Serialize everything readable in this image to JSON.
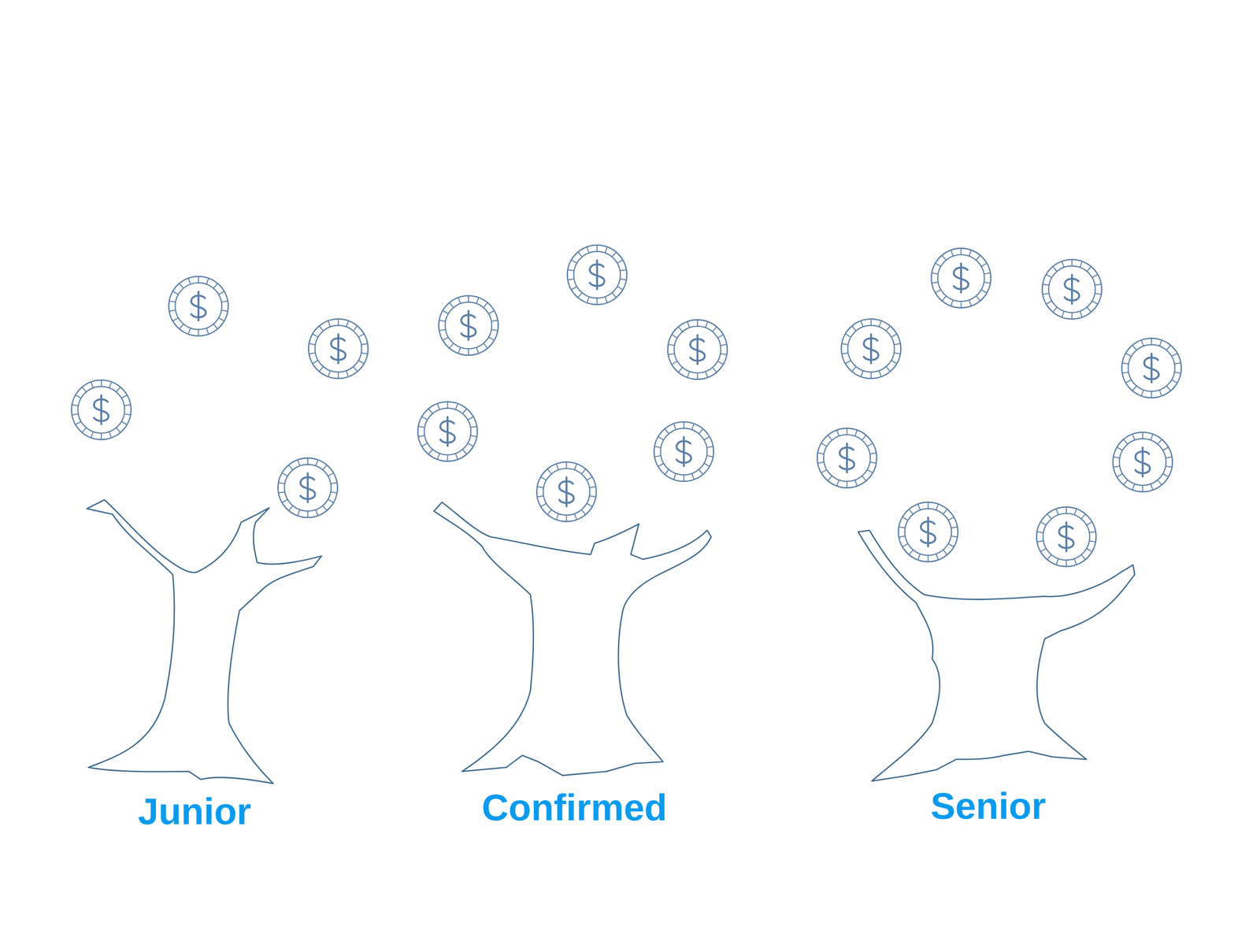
{
  "diagram": {
    "labels": [
      "Junior",
      "Confirmed",
      "Senior"
    ]
  }
}
